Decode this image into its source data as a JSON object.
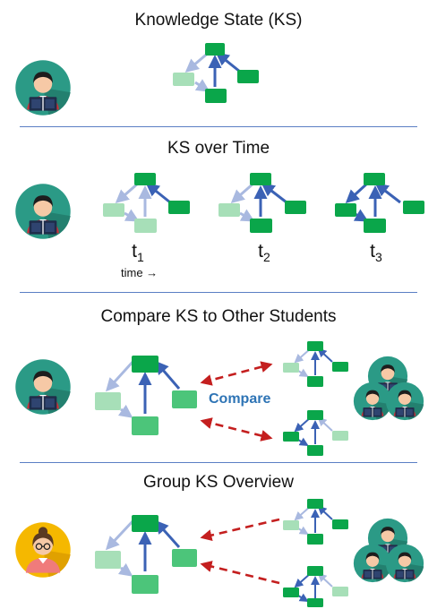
{
  "sections": [
    {
      "title": "Knowledge State (KS)"
    },
    {
      "title": "KS over Time"
    },
    {
      "title": "Compare KS to Other Students"
    },
    {
      "title": "Group KS Overview"
    }
  ],
  "time_labels": [
    {
      "base": "t",
      "sub": "1"
    },
    {
      "base": "t",
      "sub": "2"
    },
    {
      "base": "t",
      "sub": "3"
    }
  ],
  "time_hint": "time →",
  "compare_label": "Compare",
  "colors": {
    "divider": "#5b7fc4",
    "node_strong": "#0aa64a",
    "node_mid": "#4cc57a",
    "node_light": "#a7dfb8",
    "edge_strong": "#3b62b5",
    "edge_light": "#a9b9e0",
    "compare_arrow": "#c41f1f",
    "avatar_bg_student": "#2b9a86",
    "avatar_bg_teacher": "#f5b800"
  },
  "icons": {
    "student": "student-reading-avatar",
    "teacher": "teacher-avatar",
    "group": "student-group-avatar"
  }
}
